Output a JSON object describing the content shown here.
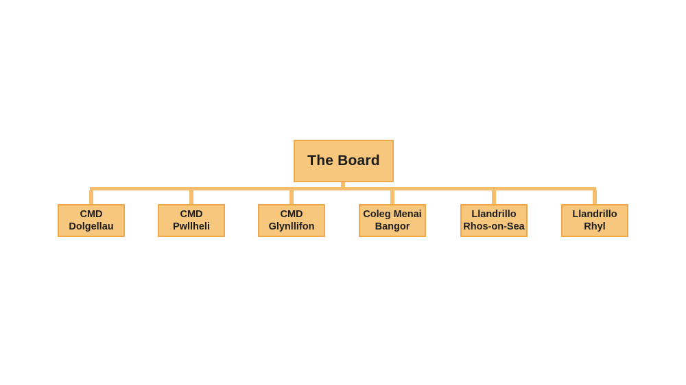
{
  "palette": {
    "node_fill": "#F6C77D",
    "node_border": "#EFA74C",
    "connector": "#F5BE6D",
    "text": "#1C1C1C",
    "background": "#FFFFFF"
  },
  "orgchart": {
    "root": {
      "label": "The Board"
    },
    "children": [
      {
        "line1": "CMD",
        "line2": "Dolgellau"
      },
      {
        "line1": "CMD",
        "line2": "Pwllheli"
      },
      {
        "line1": "CMD",
        "line2": "Glynllifon"
      },
      {
        "line1": "Coleg Menai",
        "line2": "Bangor"
      },
      {
        "line1": "Llandrillo",
        "line2": "Rhos-on-Sea"
      },
      {
        "line1": "Llandrillo",
        "line2": "Rhyl"
      }
    ]
  }
}
